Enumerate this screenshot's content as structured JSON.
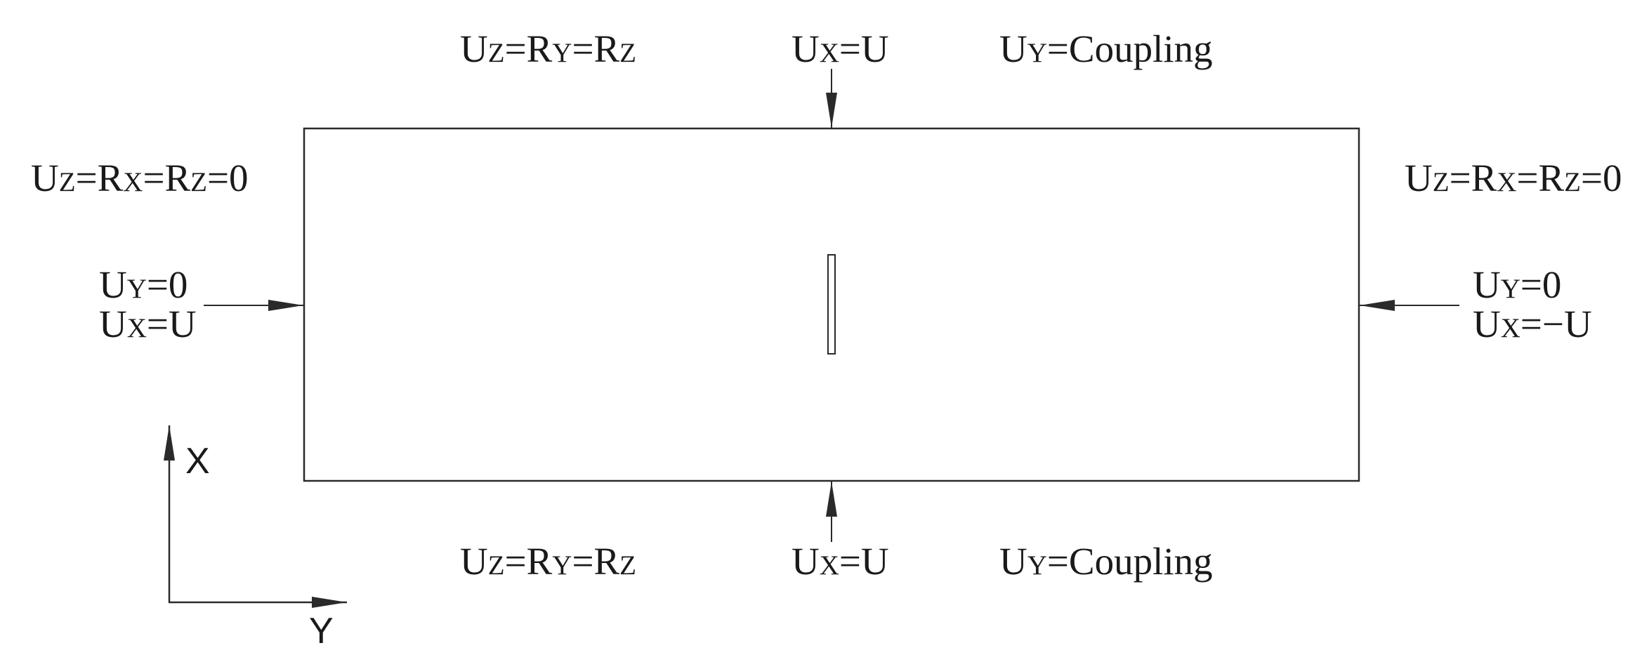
{
  "labels": {
    "top_left": [
      {
        "t": "U"
      },
      {
        "t": "Z",
        "sub": true
      },
      {
        "t": "=R"
      },
      {
        "t": "Y",
        "sub": true
      },
      {
        "t": "=R"
      },
      {
        "t": "Z",
        "sub": true
      }
    ],
    "top_mid": [
      {
        "t": "U"
      },
      {
        "t": "X",
        "sub": true
      },
      {
        "t": "=U"
      }
    ],
    "top_right": [
      {
        "t": "U"
      },
      {
        "t": "Y",
        "sub": true
      },
      {
        "t": "=Coupling"
      }
    ],
    "left_upper": [
      {
        "t": "U"
      },
      {
        "t": "Z",
        "sub": true
      },
      {
        "t": "=R"
      },
      {
        "t": "X",
        "sub": true
      },
      {
        "t": "=R"
      },
      {
        "t": "Z",
        "sub": true
      },
      {
        "t": "=0"
      }
    ],
    "right_upper": [
      {
        "t": "U"
      },
      {
        "t": "Z",
        "sub": true
      },
      {
        "t": "=R"
      },
      {
        "t": "X",
        "sub": true
      },
      {
        "t": "=R"
      },
      {
        "t": "Z",
        "sub": true
      },
      {
        "t": "=0"
      }
    ],
    "left_uy": [
      {
        "t": "U"
      },
      {
        "t": "Y",
        "sub": true
      },
      {
        "t": "=0"
      }
    ],
    "left_ux": [
      {
        "t": "U"
      },
      {
        "t": "X",
        "sub": true
      },
      {
        "t": "=U"
      }
    ],
    "right_uy": [
      {
        "t": "U"
      },
      {
        "t": "Y",
        "sub": true
      },
      {
        "t": "=0"
      }
    ],
    "right_ux": [
      {
        "t": "U"
      },
      {
        "t": "X",
        "sub": true
      },
      {
        "t": "=−U"
      }
    ],
    "bottom_left": [
      {
        "t": "U"
      },
      {
        "t": "Z",
        "sub": true
      },
      {
        "t": "=R"
      },
      {
        "t": "Y",
        "sub": true
      },
      {
        "t": "=R"
      },
      {
        "t": "Z",
        "sub": true
      }
    ],
    "bottom_mid": [
      {
        "t": "U"
      },
      {
        "t": "X",
        "sub": true
      },
      {
        "t": "=U"
      }
    ],
    "bottom_right": [
      {
        "t": "U"
      },
      {
        "t": "Y",
        "sub": true
      },
      {
        "t": "=Coupling"
      }
    ]
  },
  "axes": {
    "vertical": "X",
    "horizontal": "Y"
  },
  "colors": {
    "line": "#2a2a2a",
    "text": "#1a1a1a"
  }
}
